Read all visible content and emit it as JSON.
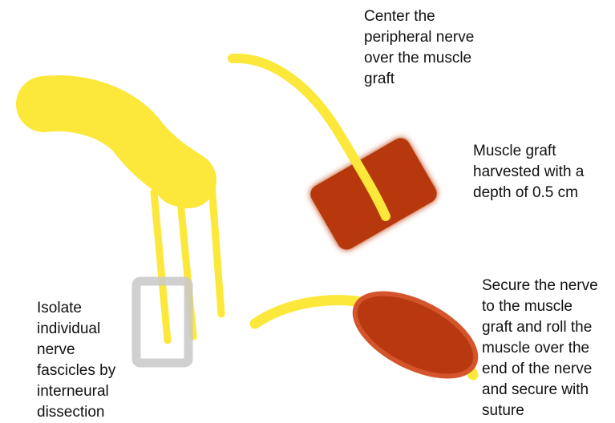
{
  "captions": {
    "center_nerve": "Center the\nperipheral nerve\nover the muscle\ngraft",
    "muscle_graft": "Muscle graft\nharvested with a\ndepth of 0.5 cm",
    "isolate_fascicles": "Isolate\nindividual\nnerve\nfascicles by\ninterneural\ndissection",
    "secure_nerve": "Secure the nerve\nto the muscle\ngraft and roll the\nmuscle over the\nend of the nerve\nand secure with\nsuture"
  },
  "colors": {
    "nerve": "#fce83a",
    "muscle": "#b8380f",
    "muscle_edge": "#d4552b",
    "dissection_box": "#c8c8c8"
  }
}
